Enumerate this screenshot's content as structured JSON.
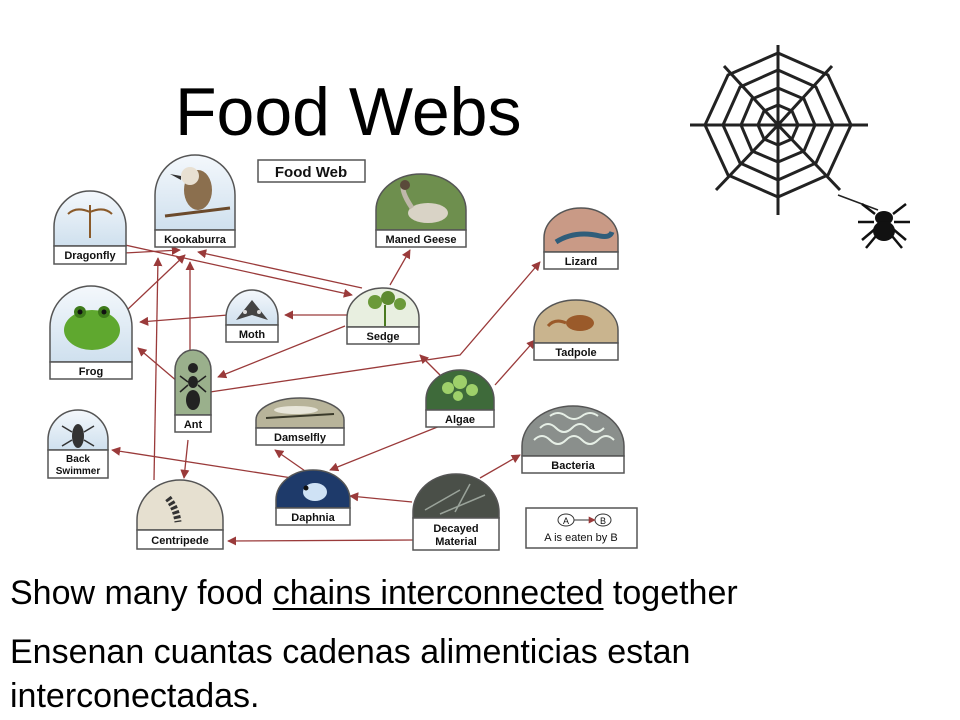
{
  "slide": {
    "title": "Food Webs",
    "bullet1": {
      "pre": "Show many food ",
      "underlined": "chains interconnected",
      "post": " together"
    },
    "bullet2": {
      "line1": "Ensenan cuantas cadenas alimenticias estan",
      "line2": "interconectadas."
    }
  },
  "diagram": {
    "box_title": "Food Web",
    "legend": {
      "a": "A",
      "b": "B",
      "caption": "A is eaten by B"
    },
    "nodes": {
      "dragonfly": "Dragonfly",
      "kookaburra": "Kookaburra",
      "maned_geese": "Maned Geese",
      "lizard": "Lizard",
      "frog": "Frog",
      "moth": "Moth",
      "sedge": "Sedge",
      "tadpole": "Tadpole",
      "ant": "Ant",
      "algae": "Algae",
      "damselfly": "Damselfly",
      "back_swimmer_1": "Back",
      "back_swimmer_2": "Swimmer",
      "bacteria": "Bacteria",
      "daphnia": "Daphnia",
      "decayed_1": "Decayed",
      "decayed_2": "Material",
      "centripede": "Centripede"
    },
    "colors": {
      "arrow": "#9a3a3a",
      "frame": "#555555",
      "sky": "#dfeaf4",
      "web": "#222222"
    }
  }
}
